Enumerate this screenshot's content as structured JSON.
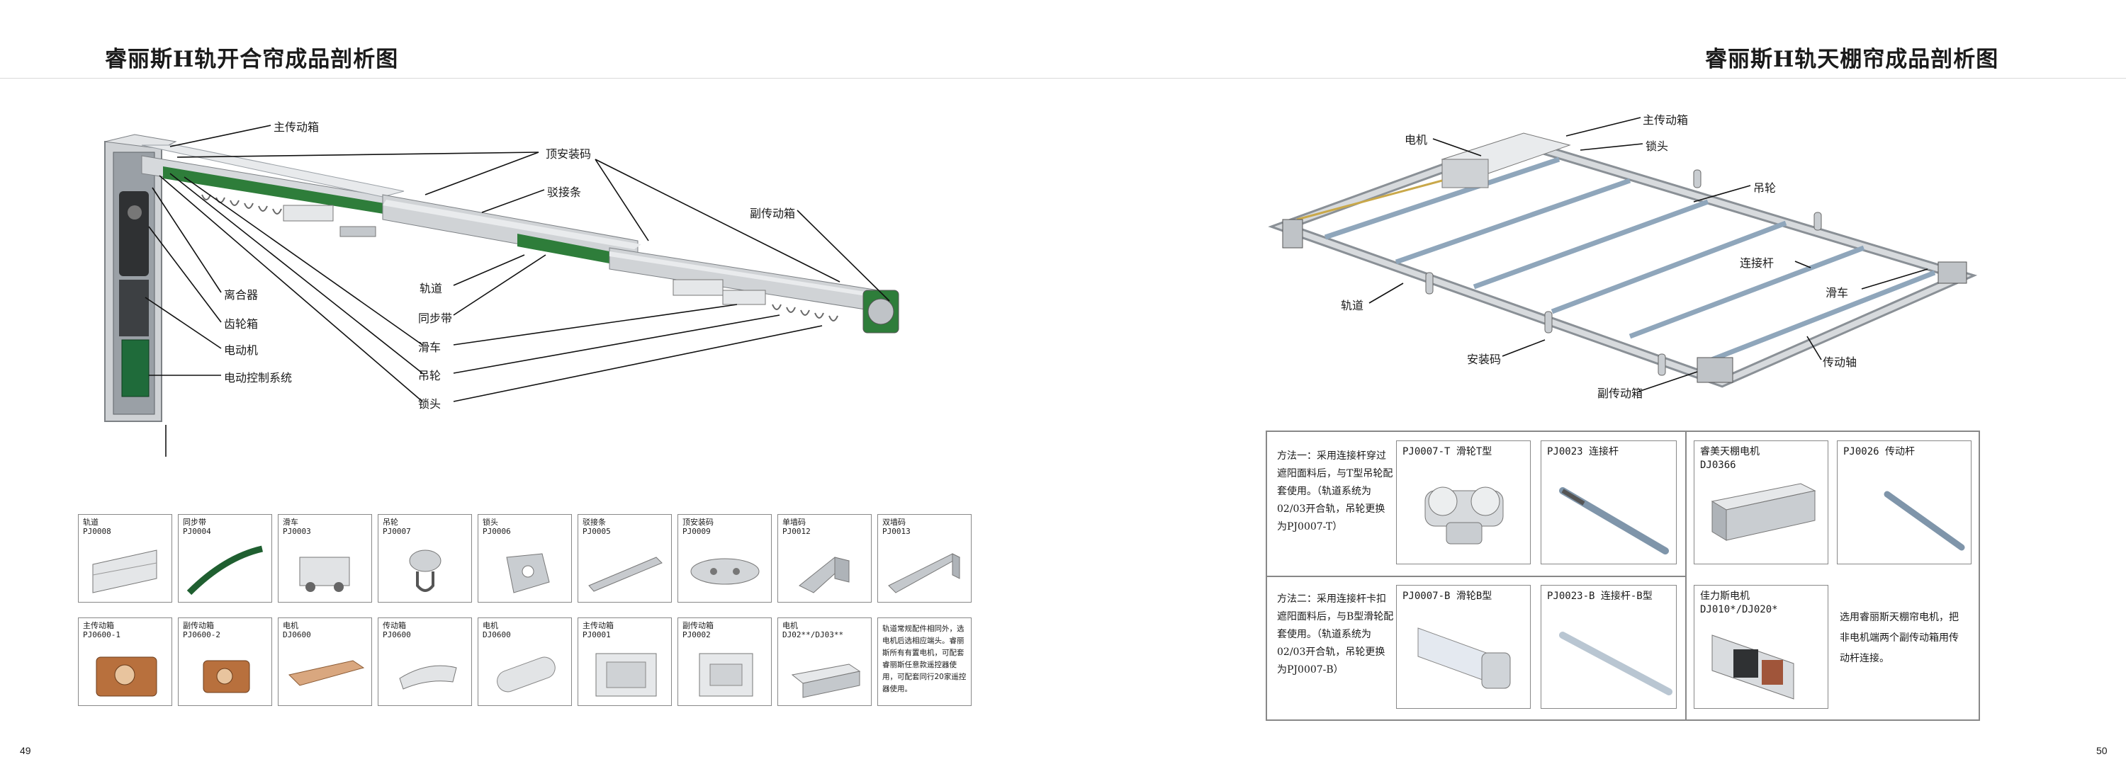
{
  "left_page": {
    "title": "睿丽斯H轨开合帘成品剖析图",
    "page_number": "49",
    "callouts": {
      "main_box": "主传动箱",
      "top_mount": "顶安装码",
      "joint_strip": "驳接条",
      "sub_box": "副传动箱",
      "clutch": "离合器",
      "gearbox": "齿轮箱",
      "motor": "电动机",
      "control": "电动控制系统",
      "track": "轨道",
      "belt": "同步带",
      "carriage": "滑车",
      "hanger": "吊轮",
      "lock": "锁头"
    },
    "parts_row1": [
      {
        "name": "轨道",
        "code": "PJ0008",
        "icon": "track-profile-icon"
      },
      {
        "name": "同步带",
        "code": "PJ0004",
        "icon": "timing-belt-icon"
      },
      {
        "name": "滑车",
        "code": "PJ0003",
        "icon": "carriage-icon"
      },
      {
        "name": "吊轮",
        "code": "PJ0007",
        "icon": "hanger-wheel-icon"
      },
      {
        "name": "锁头",
        "code": "PJ0006",
        "icon": "lock-head-icon"
      },
      {
        "name": "驳接条",
        "code": "PJ0005",
        "icon": "joint-strip-icon"
      },
      {
        "name": "顶安装码",
        "code": "PJ0009",
        "icon": "top-bracket-icon"
      },
      {
        "name": "单墙码",
        "code": "PJ0012",
        "icon": "single-wall-bracket-icon"
      },
      {
        "name": "双墙码",
        "code": "PJ0013",
        "icon": "double-wall-bracket-icon"
      }
    ],
    "parts_row2": [
      {
        "name": "主传动箱",
        "code": "PJ0600-1",
        "icon": "main-drive-box-icon"
      },
      {
        "name": "副传动箱",
        "code": "PJ0600-2",
        "icon": "sub-drive-box-icon"
      },
      {
        "name": "电机",
        "code": "DJ0600",
        "icon": "motor-bar-icon"
      },
      {
        "name": "传动箱",
        "code": "PJ0600",
        "icon": "drive-box-icon"
      },
      {
        "name": "电机",
        "code": "DJ0600",
        "icon": "motor-tube-icon"
      },
      {
        "name": "主传动箱",
        "code": "PJ0001",
        "icon": "main-housing-icon"
      },
      {
        "name": "副传动箱",
        "code": "PJ0002",
        "icon": "sub-housing-icon"
      },
      {
        "name": "电机",
        "code": "DJ02**/DJ03**",
        "icon": "motor-box-icon"
      }
    ],
    "note": "轨道常规配件相同外，选电机后选相应端头。睿丽斯所有有置电机，可配套睿丽斯任意款遥控器使用，可配套同行20家遥控器使用。"
  },
  "right_page": {
    "title": "睿丽斯H轨天棚帘成品剖析图",
    "page_number": "50",
    "callouts": {
      "motor": "电机",
      "main_box": "主传动箱",
      "lock": "锁头",
      "hanger": "吊轮",
      "connecting_rod": "连接杆",
      "carriage": "滑车",
      "track": "轨道",
      "drive_shaft": "传动轴",
      "mount": "安装码",
      "sub_box": "副传动箱"
    },
    "method1": "方法一：采用连接杆穿过遮阳面料后，与T型吊轮配套使用。（轨道系统为02/03开合轨，吊轮更换为PJ0007-T）",
    "method2": "方法二：采用连接杆卡扣遮阳面料后，与B型滑轮配套使用。（轨道系统为02/03开合轨，吊轮更换为PJ0007-B）",
    "cells": {
      "t_wheel": "PJ0007-T 滑轮T型",
      "rod": "PJ0023 连接杆",
      "b_wheel": "PJ0007-B 滑轮B型",
      "b_rod": "PJ0023-B 连接杆-B型",
      "skylight_motor_name": "睿美天棚电机",
      "skylight_motor_code": "DJ0366",
      "drive_rod": "PJ0026 传动杆",
      "jls_motor_name": "佳力斯电机",
      "jls_motor_code": "DJ010*/DJ020*"
    },
    "right_note": "选用睿丽斯天棚帘电机，把非电机端两个副传动箱用传动杆连接。"
  }
}
